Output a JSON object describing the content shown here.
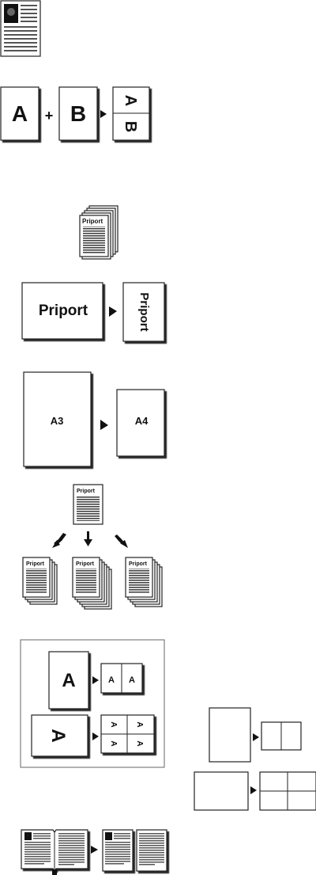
{
  "icons": {
    "merge_left": "A",
    "merge_plus": "+",
    "merge_right": "B",
    "merge_result_top": "A",
    "merge_result_bottom": "B"
  },
  "stack_label": "Priport",
  "rotate": {
    "source_label": "Priport",
    "result_label": "Priport"
  },
  "reduce": {
    "source_label": "A3",
    "result_label": "A4"
  },
  "sort": {
    "label": "Priport"
  },
  "multiup": {
    "single": "A",
    "result_cells": [
      "A",
      "A"
    ],
    "quad_cells": [
      "A",
      "A",
      "A",
      "A"
    ]
  }
}
